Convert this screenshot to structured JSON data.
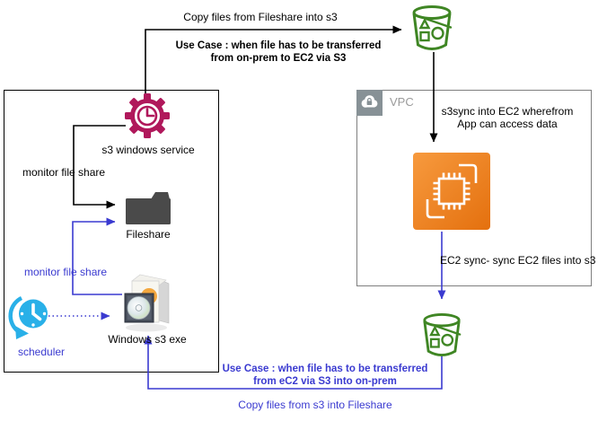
{
  "nodes": {
    "vpc": {
      "label": "VPC",
      "icon": "vpc-cloud-lock-icon",
      "badge_color": "#879196"
    },
    "windows_service": {
      "label": "s3 windows service",
      "icon": "gear-clock-icon",
      "color": "#b0185b"
    },
    "fileshare": {
      "label": "Fileshare",
      "icon": "folder-icon",
      "color": "#4a4a4a"
    },
    "windows_s3_exe": {
      "label": "Windows s3 exe",
      "icon": "installer-box-cd-icon"
    },
    "scheduler": {
      "label": "scheduler",
      "icon": "clock-refresh-icon",
      "color": "#29b0e8"
    },
    "s3_bucket_top": {
      "icon": "s3-bucket-icon",
      "color": "#3f8624"
    },
    "s3_bucket_bottom": {
      "icon": "s3-bucket-icon",
      "color": "#3f8624"
    },
    "ec2": {
      "icon": "ec2-chip-icon",
      "color_from": "#f79a3e",
      "color_to": "#e4700e"
    }
  },
  "annotations": {
    "copy_to_s3": "Copy files from Fileshare into s3",
    "use_case_top_1": "Use Case : when file has to be transferred",
    "use_case_top_2": "from on-prem to EC2 via S3",
    "s3sync_1": "s3sync into EC2 wherefrom",
    "s3sync_2": "App can access data",
    "ec2_sync": "EC2 sync- sync EC2 files into s3",
    "monitor_file_share_top": "monitor file share",
    "monitor_file_share_bottom": "monitor file share",
    "use_case_bottom_1": "Use Case : when file has to be transferred",
    "use_case_bottom_2": "from eC2 via S3 into on-prem",
    "copy_from_s3": "Copy files from s3 into Fileshare"
  },
  "colors": {
    "line_black": "#000000",
    "line_blue": "#3a3ad0",
    "text_blue": "#3a3ad0",
    "bucket_green": "#3f8624",
    "gear_pink": "#b0185b",
    "scheduler_cyan": "#29b0e8",
    "folder_gray": "#4a4a4a",
    "vpc_gray": "#879196"
  }
}
